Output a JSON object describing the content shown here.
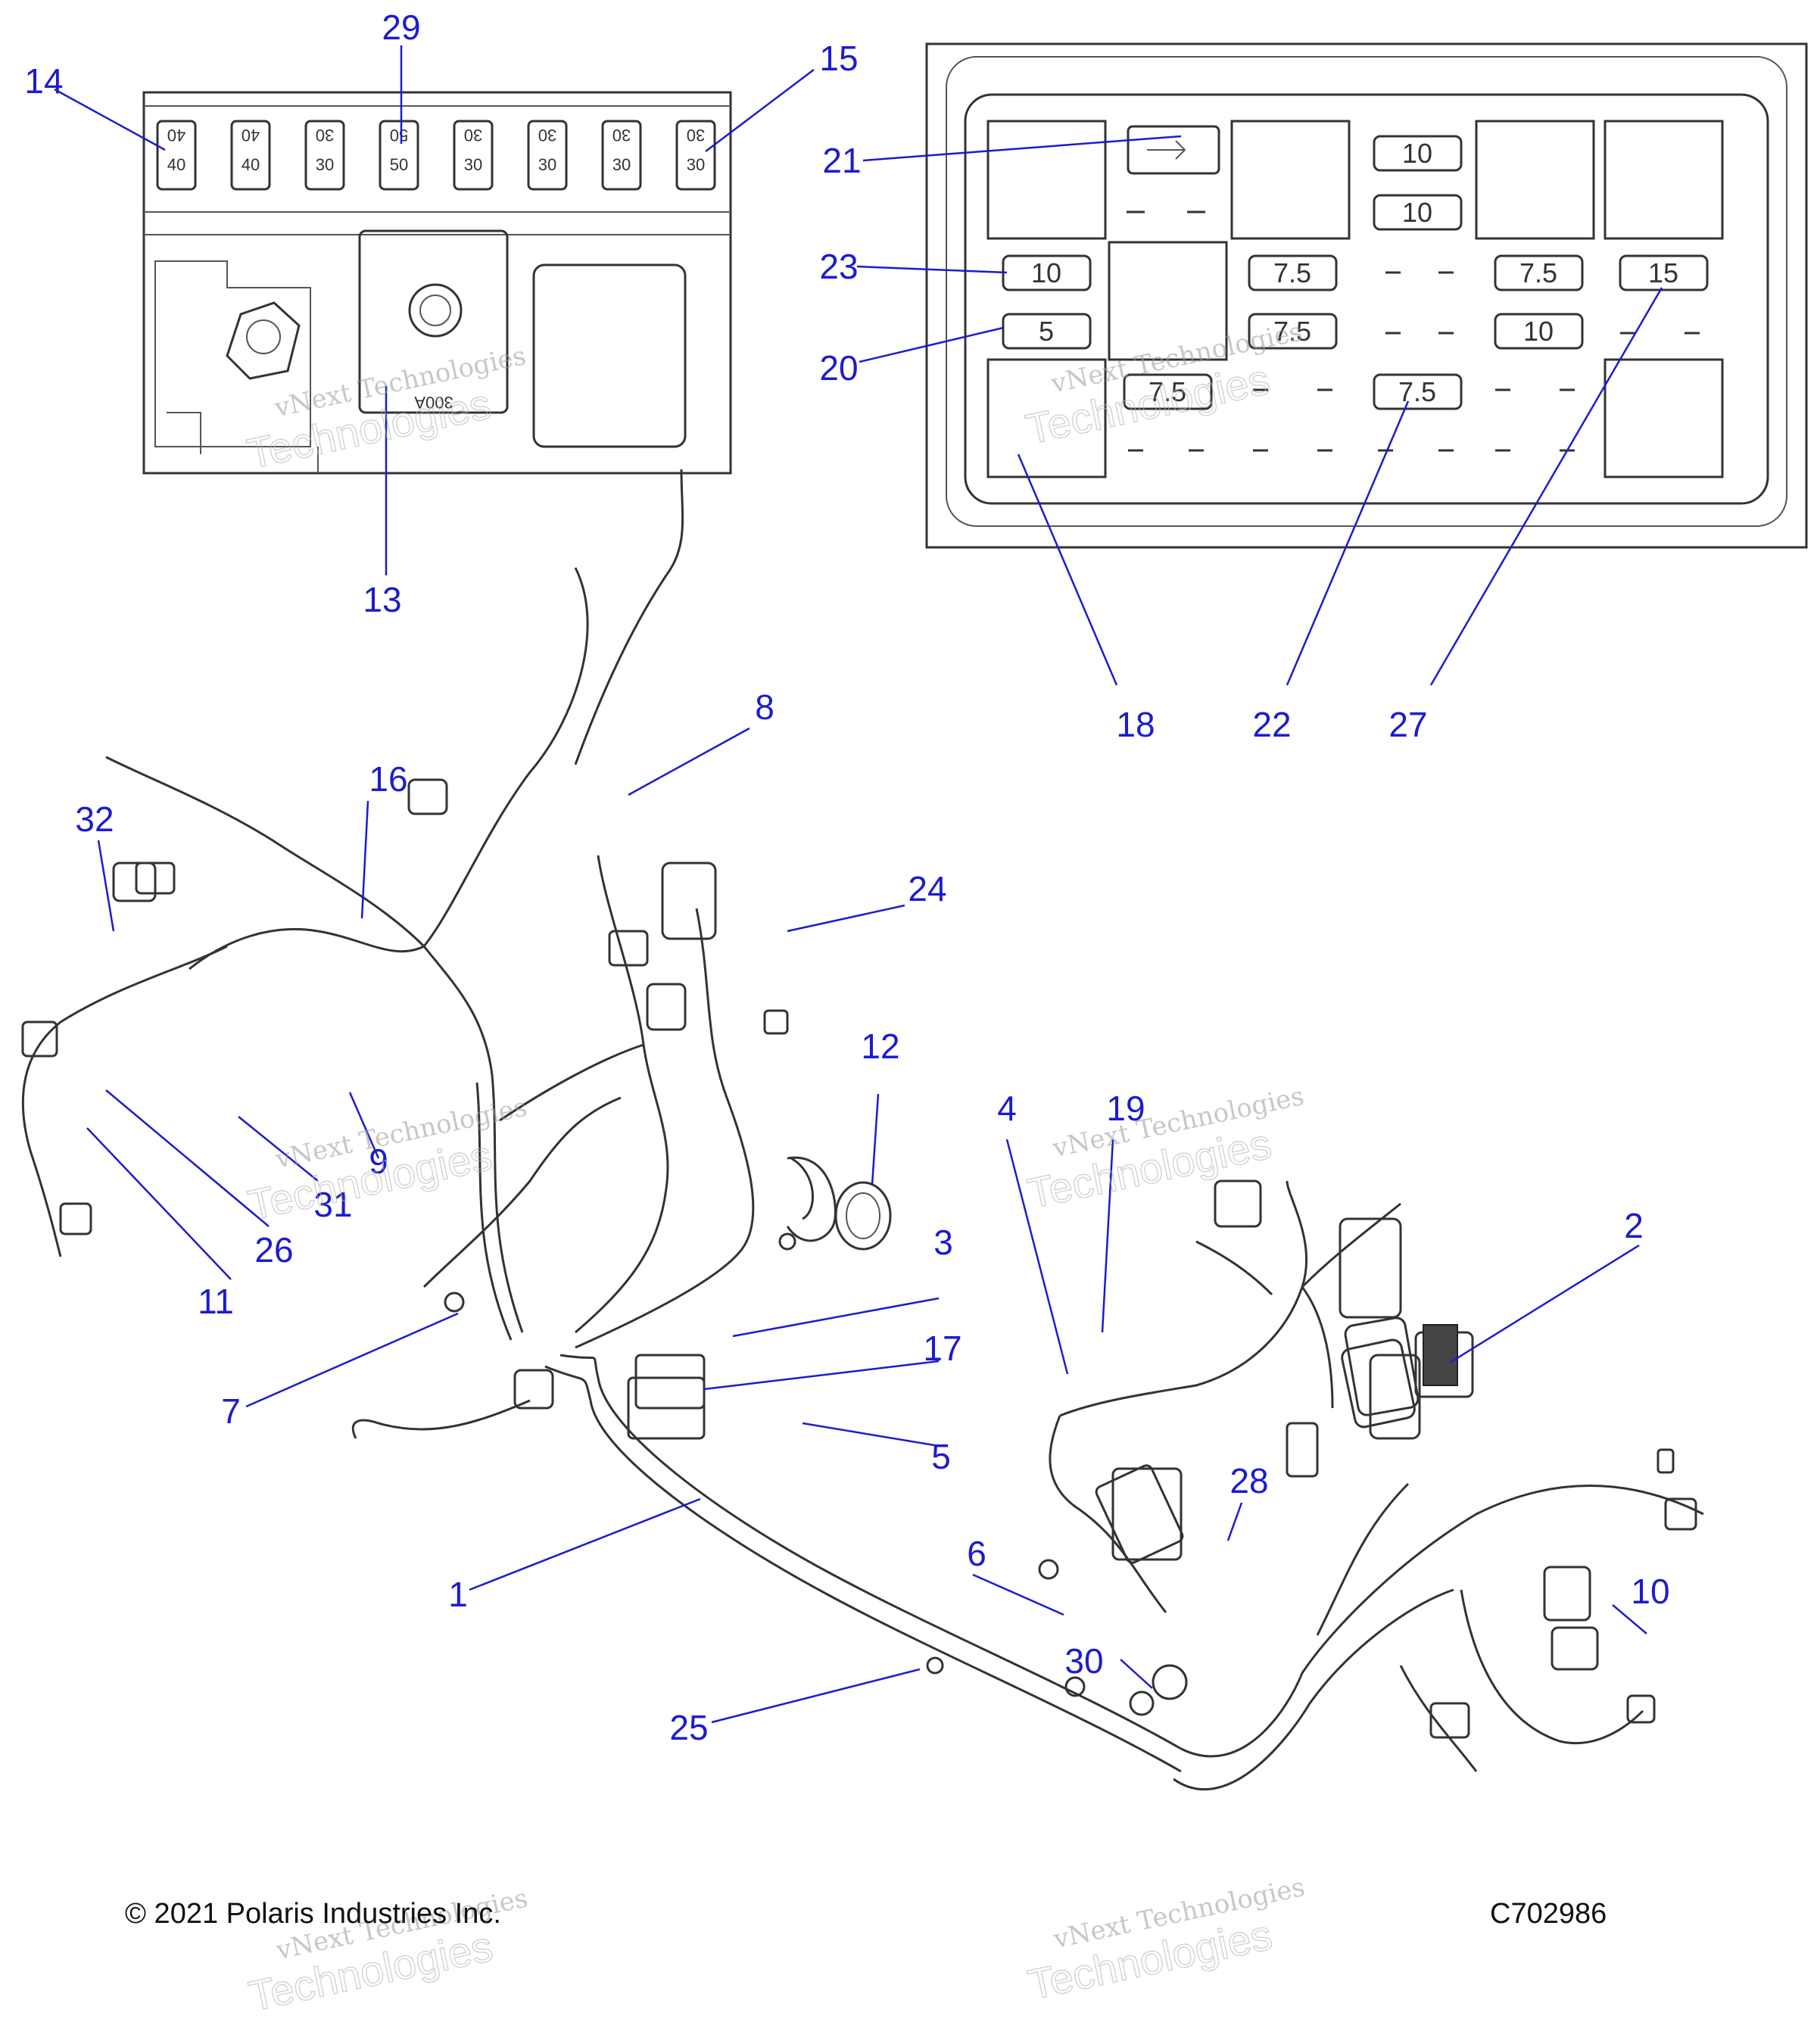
{
  "callouts": [
    {
      "id": "c1",
      "label": "1"
    },
    {
      "id": "c2",
      "label": "2"
    },
    {
      "id": "c3",
      "label": "3"
    },
    {
      "id": "c4",
      "label": "4"
    },
    {
      "id": "c5",
      "label": "5"
    },
    {
      "id": "c6",
      "label": "6"
    },
    {
      "id": "c7",
      "label": "7"
    },
    {
      "id": "c8",
      "label": "8"
    },
    {
      "id": "c9",
      "label": "9"
    },
    {
      "id": "c10",
      "label": "10"
    },
    {
      "id": "c11",
      "label": "11"
    },
    {
      "id": "c12",
      "label": "12"
    },
    {
      "id": "c13",
      "label": "13"
    },
    {
      "id": "c14",
      "label": "14"
    },
    {
      "id": "c15",
      "label": "15"
    },
    {
      "id": "c16",
      "label": "16"
    },
    {
      "id": "c17",
      "label": "17"
    },
    {
      "id": "c18",
      "label": "18"
    },
    {
      "id": "c19",
      "label": "19"
    },
    {
      "id": "c20",
      "label": "20"
    },
    {
      "id": "c21",
      "label": "21"
    },
    {
      "id": "c22",
      "label": "22"
    },
    {
      "id": "c23",
      "label": "23"
    },
    {
      "id": "c24",
      "label": "24"
    },
    {
      "id": "c25",
      "label": "25"
    },
    {
      "id": "c26",
      "label": "26"
    },
    {
      "id": "c27",
      "label": "27"
    },
    {
      "id": "c28",
      "label": "28"
    },
    {
      "id": "c29",
      "label": "29"
    },
    {
      "id": "c30",
      "label": "30"
    },
    {
      "id": "c31",
      "label": "31"
    },
    {
      "id": "c32",
      "label": "32"
    }
  ],
  "maxi_fuses": [
    {
      "top": "40",
      "bottom": "40"
    },
    {
      "top": "40",
      "bottom": "40"
    },
    {
      "top": "30",
      "bottom": "30"
    },
    {
      "top": "50",
      "bottom": "50"
    },
    {
      "top": "30",
      "bottom": "30"
    },
    {
      "top": "30",
      "bottom": "30"
    },
    {
      "top": "30",
      "bottom": "30"
    },
    {
      "top": "30",
      "bottom": "30"
    }
  ],
  "mini_fuses": [
    "10",
    "10",
    "10",
    "7.5",
    "7.5",
    "15",
    "5",
    "7.5",
    "10",
    "7.5",
    "7.5"
  ],
  "strap_label": "300A",
  "watermark": {
    "line1": "vNext Technologies",
    "line2": "Technologies"
  },
  "footer": {
    "copyright": "© 2021 Polaris Industries Inc.",
    "figure_id": "C702986"
  }
}
